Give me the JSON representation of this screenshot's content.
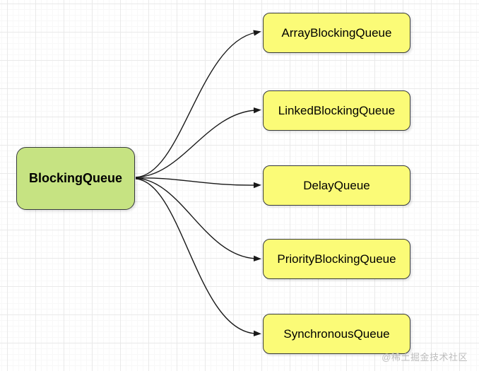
{
  "diagram": {
    "root": {
      "label": "BlockingQueue"
    },
    "children": [
      {
        "label": "ArrayBlockingQueue"
      },
      {
        "label": "LinkedBlockingQueue"
      },
      {
        "label": "DelayQueue"
      },
      {
        "label": "PriorityBlockingQueue"
      },
      {
        "label": "SynchronousQueue"
      }
    ],
    "colors": {
      "root_fill": "#c6e382",
      "child_fill": "#fbfb77",
      "node_stroke": "#36393d",
      "edge_stroke": "#191919",
      "grid_major": "#e9e9e9",
      "grid_minor": "#f8f8f8",
      "text_color": "#000000",
      "watermark_color": "#bdbdbd",
      "canvas_bg": "#ffffff"
    }
  },
  "watermark": {
    "text": "@稀土掘金技术社区"
  }
}
